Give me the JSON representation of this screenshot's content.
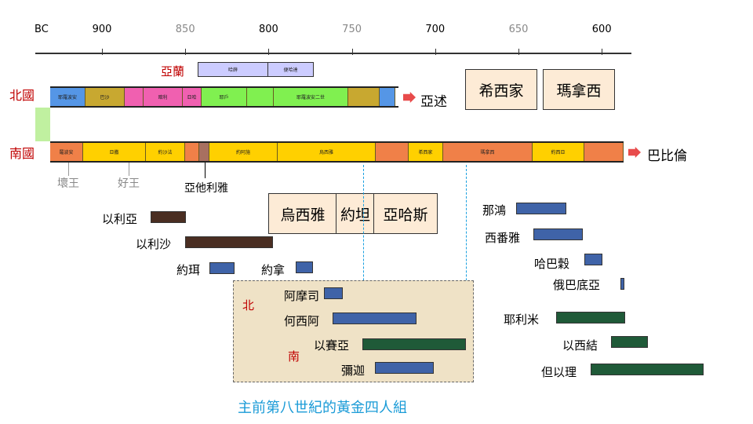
{
  "axis": {
    "label": "BC",
    "ticks": [
      {
        "year": "900",
        "gray": false
      },
      {
        "year": "850",
        "gray": true
      },
      {
        "year": "800",
        "gray": false
      },
      {
        "year": "750",
        "gray": true
      },
      {
        "year": "700",
        "gray": false
      },
      {
        "year": "650",
        "gray": true
      },
      {
        "year": "600",
        "gray": false
      }
    ]
  },
  "aram": {
    "label": "亞蘭",
    "kings": [
      "哈薛",
      "便哈達"
    ]
  },
  "north": {
    "label": "北國",
    "kings": [
      "耶羅波安",
      "巴沙",
      "暗利",
      "亞哈",
      "耶戶",
      "耶羅波安二世"
    ],
    "end": "亞述"
  },
  "south": {
    "label": "南國",
    "kings": [
      "羅波安",
      "亞撒",
      "約沙法",
      "約阿施",
      "烏西雅",
      "希西家",
      "瑪拿西",
      "約西亞"
    ],
    "end": "巴比倫"
  },
  "markers": {
    "bad_king": "壞王",
    "good_king": "好王",
    "athaliah": "亞他利雅"
  },
  "callouts": {
    "uzziah": "烏西雅",
    "jotham": "約坦",
    "ahaz": "亞哈斯",
    "hezekiah": "希西家",
    "manasseh": "瑪拿西"
  },
  "prophets_left": [
    "以利亞",
    "以利沙",
    "約珥",
    "約拿"
  ],
  "golden": {
    "north_label": "北",
    "south_label": "南",
    "north": [
      "阿摩司",
      "何西阿"
    ],
    "south": [
      "以賽亞",
      "彌迦"
    ],
    "caption": "主前第八世紀的黃金四人組"
  },
  "prophets_right": [
    "那鴻",
    "西番雅",
    "哈巴穀",
    "俄巴底亞",
    "耶利米",
    "以西結",
    "但以理"
  ],
  "colors": {
    "red": "#c00000",
    "caption": "#1a9bd7"
  }
}
